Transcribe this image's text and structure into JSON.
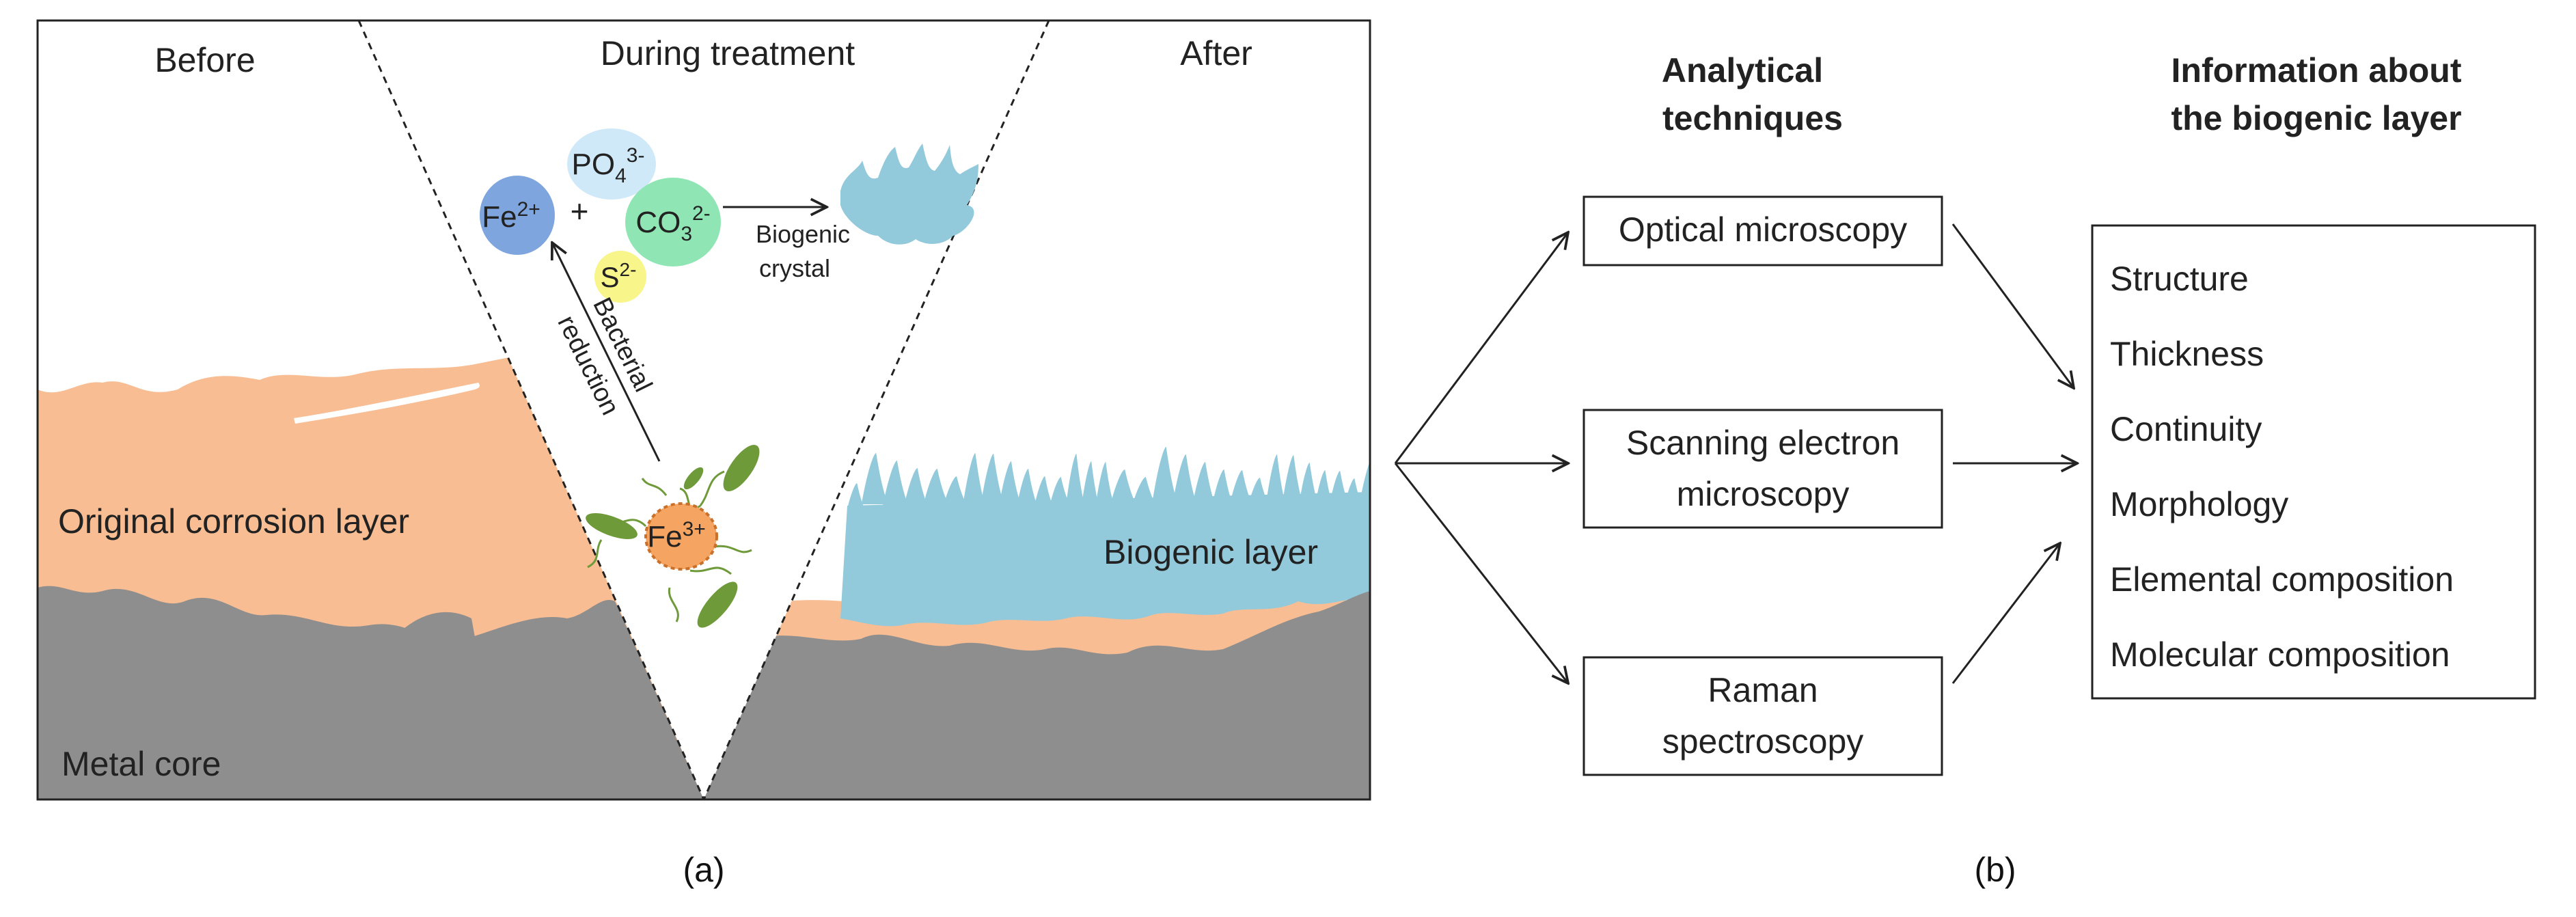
{
  "panel_a": {
    "headers": {
      "before": "Before",
      "during": "During treatment",
      "after": "After"
    },
    "ions": {
      "fe2": {
        "base": "Fe",
        "sup": "2+"
      },
      "plus": "+",
      "po4": {
        "base": "PO",
        "sub": "4",
        "sup": "3-"
      },
      "co3": {
        "base": "CO",
        "sub": "3",
        "sup": "2-"
      },
      "s": {
        "base": "S",
        "sup": "2-"
      },
      "fe3": {
        "base": "Fe",
        "sup": "3+"
      }
    },
    "arrow_labels": {
      "biogenic_crystal_line1": "Biogenic",
      "biogenic_crystal_line2": "crystal",
      "bacterial_line1": "Bacterial",
      "bacterial_line2": "reduction"
    },
    "layers": {
      "corrosion": "Original corrosion layer",
      "biogenic": "Biogenic layer",
      "metal": "Metal core"
    },
    "colors": {
      "corrosion": "#f8bd92",
      "metal": "#8e8e8e",
      "biogenic": "#93cadb",
      "fe2": "#7ea5dd",
      "po4": "#cfe9f8",
      "co3": "#8fe6b4",
      "s": "#f8f58a",
      "fe3": "#f5a461",
      "bacteria": "#6f9a3a"
    },
    "caption": "(a)"
  },
  "panel_b": {
    "col1_title_line1": "Analytical",
    "col1_title_line2": "techniques",
    "col2_title_line1": "Information about",
    "col2_title_line2": "the biogenic layer",
    "techniques": {
      "optical": "Optical microscopy",
      "sem_line1": "Scanning electron",
      "sem_line2": "microscopy",
      "raman_line1": "Raman",
      "raman_line2": "spectroscopy"
    },
    "info_items": [
      "Structure",
      "Thickness",
      "Continuity",
      "Morphology",
      "Elemental composition",
      "Molecular composition"
    ],
    "caption": "(b)"
  }
}
